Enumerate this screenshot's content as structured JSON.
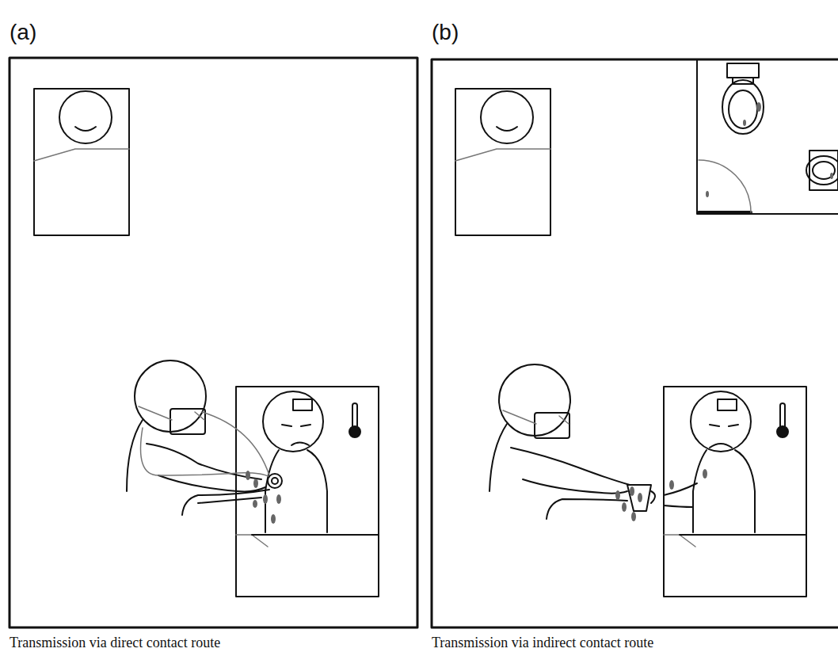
{
  "diagram": {
    "labels": [
      "(a)",
      "(b)",
      "Transmission via direct contact route",
      "Transmission via indirect contact route"
    ]
  }
}
